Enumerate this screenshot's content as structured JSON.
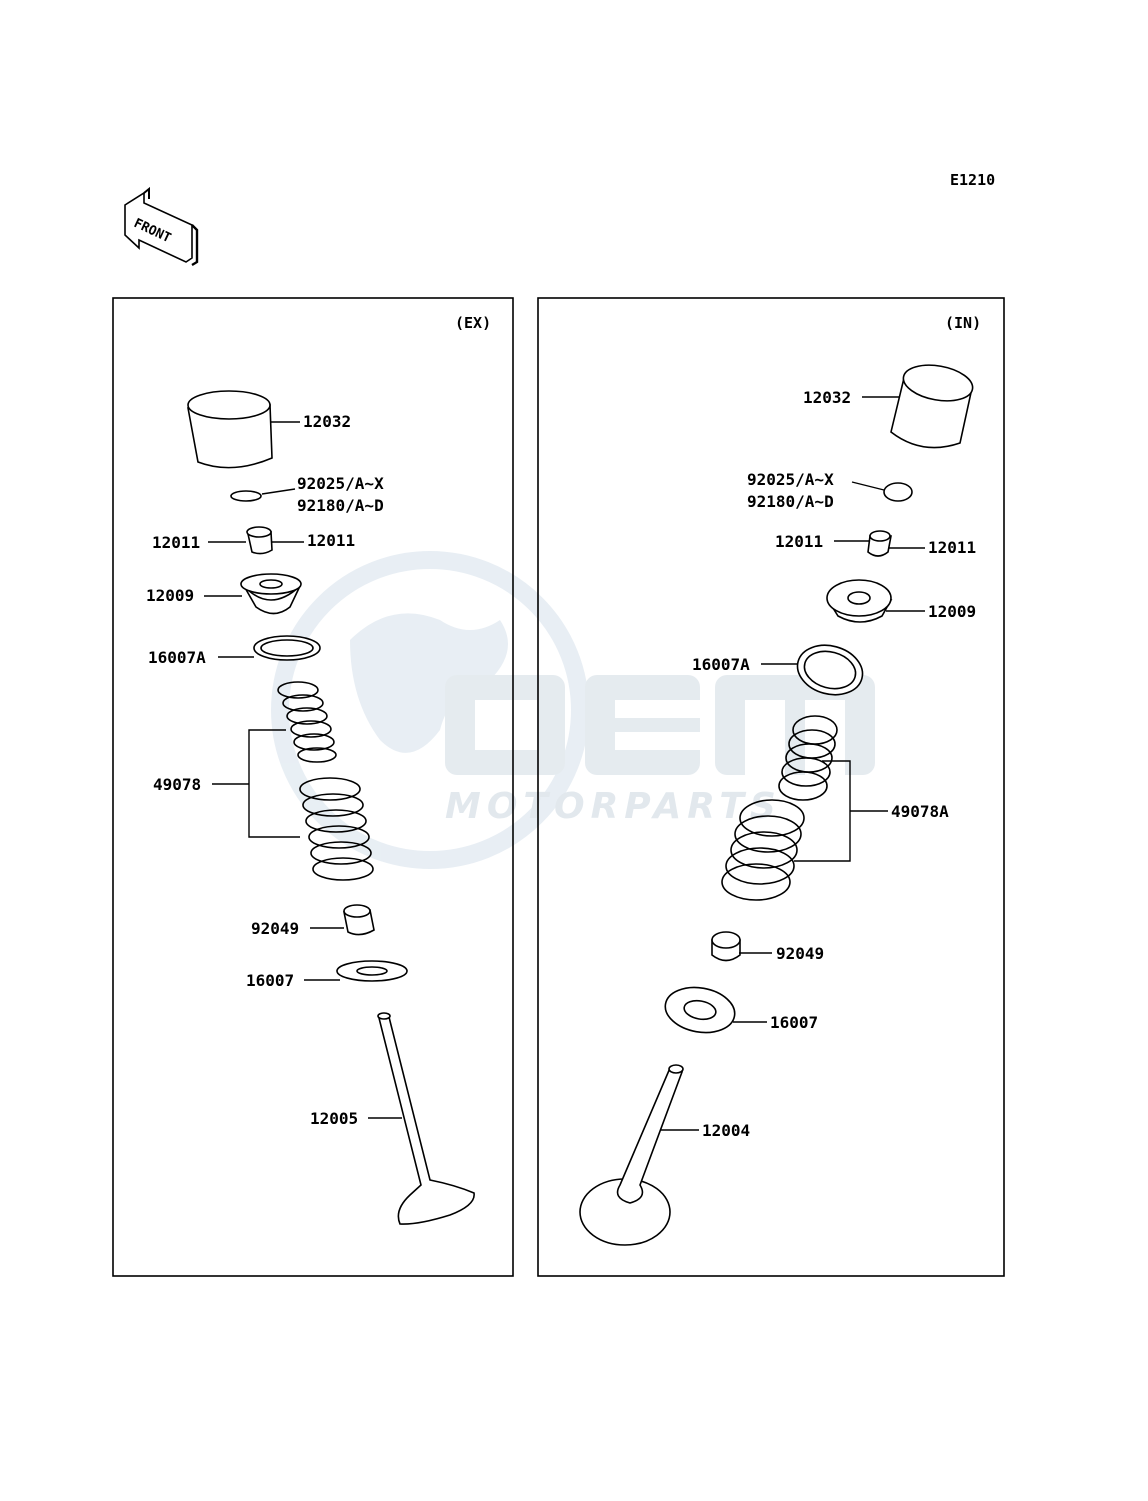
{
  "diagram_code": "E1210",
  "front_arrow_label": "FRONT",
  "watermark": {
    "logo": "OEM",
    "subtitle": "MOTORPARTS"
  },
  "panels": {
    "exhaust": {
      "header": "(EX)",
      "labels": {
        "p12032": "12032",
        "p92025": "92025/A~X",
        "p92180": "92180/A~D",
        "p12011_left": "12011",
        "p12011_right": "12011",
        "p12009": "12009",
        "p16007A": "16007A",
        "p49078": "49078",
        "p92049": "92049",
        "p16007": "16007",
        "p12005": "12005"
      }
    },
    "intake": {
      "header": "(IN)",
      "labels": {
        "p12032": "12032",
        "p92025": "92025/A~X",
        "p92180": "92180/A~D",
        "p12011_left": "12011",
        "p12011_right": "12011",
        "p12009": "12009",
        "p16007A": "16007A",
        "p49078A": "49078A",
        "p92049": "92049",
        "p16007": "16007",
        "p12004": "12004"
      }
    }
  },
  "colors": {
    "line": "#000000",
    "watermark": "#dfe6ec",
    "background": "#ffffff"
  }
}
